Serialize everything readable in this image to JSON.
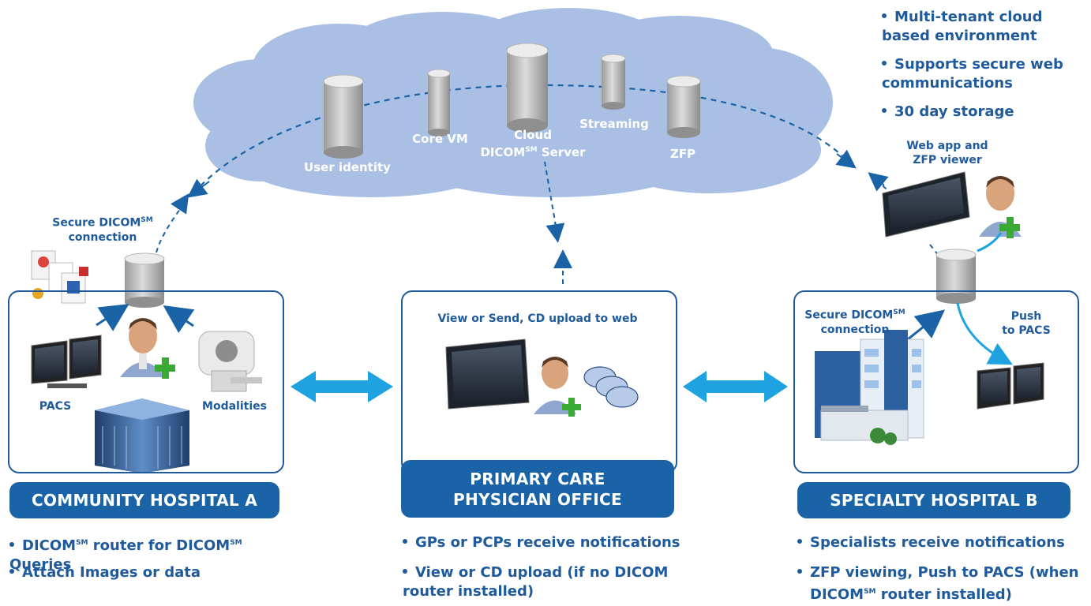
{
  "cloud": {
    "nodes": {
      "user_identity": "User identity",
      "core_vm": "Core VM",
      "cloud_dicom_1": "Cloud",
      "cloud_dicom_2": "DICOM",
      "cloud_dicom_sup": "SM",
      "cloud_dicom_3": " Server",
      "streaming": "Streaming",
      "zfp": "ZFP"
    }
  },
  "cloud_features": [
    "Multi-tenant cloud based environment",
    "Supports secure web communications",
    "30 day storage"
  ],
  "left": {
    "secure_conn_1": "Secure DICOM",
    "secure_conn_sup": "SM",
    "secure_conn_2": "connection",
    "pacs": "PACS",
    "modalities": "Modalities",
    "banner": "COMMUNITY HOSPITAL A",
    "bullets": [
      {
        "a": "DICOM",
        "sup1": "SM",
        "b": " router for DICOM",
        "sup2": "SM",
        "c": " Queries"
      },
      {
        "a": "Attach Images or data"
      }
    ]
  },
  "middle": {
    "caption": "View or Send, CD upload to web",
    "banner_line1": "PRIMARY CARE",
    "banner_line2": "PHYSICIAN OFFICE",
    "bullets": [
      "GPs or PCPs receive notifications",
      "View or CD upload (if no DICOM router installed)"
    ]
  },
  "right": {
    "web_app_1": "Web app and",
    "web_app_2": "ZFP viewer",
    "secure_conn_1": "Secure DICOM",
    "secure_conn_sup": "SM",
    "secure_conn_2": "connection",
    "push_1": "Push",
    "push_2": "to PACS",
    "banner": "SPECIALTY HOSPITAL B",
    "bullets": [
      {
        "a": "Specialists receive notifications"
      },
      {
        "a": "ZFP viewing, Push to PACS (when",
        "b": "DICOM",
        "sup": "SM",
        "c": " router installed)"
      }
    ]
  },
  "colors": {
    "cloud": "#a9bfe3",
    "dark_blue": "#1a63a6",
    "arrow_light": "#1fa3e0",
    "text_blue": "#1f5a9c"
  }
}
